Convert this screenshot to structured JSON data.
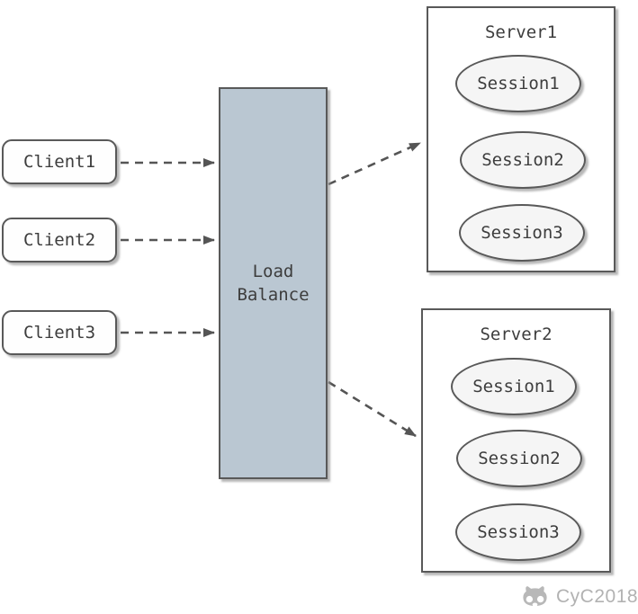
{
  "diagram": {
    "clients": [
      {
        "id": "client1",
        "label": "Client1"
      },
      {
        "id": "client2",
        "label": "Client2"
      },
      {
        "id": "client3",
        "label": "Client3"
      }
    ],
    "load_balancer": {
      "label": "Load Balance"
    },
    "servers": [
      {
        "id": "server1",
        "title": "Server1",
        "sessions": [
          "Session1",
          "Session2",
          "Session3"
        ]
      },
      {
        "id": "server2",
        "title": "Server2",
        "sessions": [
          "Session1",
          "Session2",
          "Session3"
        ]
      }
    ],
    "connections": [
      {
        "from": "client1",
        "to": "load_balancer",
        "style": "dashed-arrow"
      },
      {
        "from": "client2",
        "to": "load_balancer",
        "style": "dashed-arrow"
      },
      {
        "from": "client3",
        "to": "load_balancer",
        "style": "dashed-arrow"
      },
      {
        "from": "load_balancer",
        "to": "server1",
        "style": "dashed-arrow"
      },
      {
        "from": "load_balancer",
        "to": "server2",
        "style": "dashed-arrow"
      }
    ],
    "watermark": {
      "icon": "github-octocat-icon",
      "text": "CyC2018"
    },
    "colors": {
      "border": "#595959",
      "text": "#3d3d3d",
      "arrow": "#555555",
      "load_balancer_fill": "#bac7d2",
      "session_fill": "#f5f5f5",
      "client_fill": "#fefefe",
      "server_fill": "#ffffff",
      "watermark": "#b2b2b2"
    }
  }
}
